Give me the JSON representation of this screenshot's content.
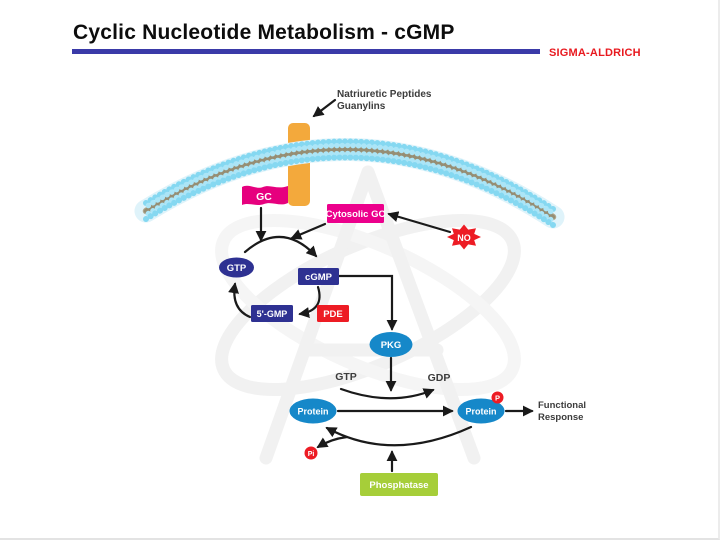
{
  "slide": {
    "title": "Cyclic Nucleotide Metabolism - cGMP",
    "brand": "SIGMA-ALDRICH"
  },
  "colors": {
    "accent_blue": "#3A3AA8",
    "brand_red": "#E8191F",
    "magenta": "#E6007E",
    "magenta_bright": "#EC008C",
    "dark_blue": "#2E3192",
    "red": "#ED1C24",
    "azure": "#1688C9",
    "green": "#A6CE39",
    "orange": "#F3A93C",
    "membrane_blue": "#85D8F1",
    "membrane_blue_light": "#ABE5F7",
    "membrane_bg": "#DFF3FA",
    "membrane_tail": "#B2A98E",
    "membrane_tail_dark": "#968E74",
    "arrow": "#1A1A1A",
    "label_gray": "#3C3C3C",
    "watermark_gray": "#F0F0F0"
  },
  "pathway": {
    "ligand": {
      "line1": "Natriuretic Peptides",
      "line2": "Guanylins"
    },
    "membrane_gc": "GC",
    "cytosolic_gc": "Cytosolic GC",
    "no": "NO",
    "gtp": "GTP",
    "cgmp": "cGMP",
    "gmp5": "5'-GMP",
    "pde": "PDE",
    "pkg": "PKG",
    "gtp_small": "GTP",
    "gdp_small": "GDP",
    "protein": "Protein",
    "protein_p": "Protein",
    "p": "P",
    "pi": "Pi",
    "functional": {
      "line1": "Functional",
      "line2": "Response"
    },
    "phosphatase": "Phosphatase"
  }
}
